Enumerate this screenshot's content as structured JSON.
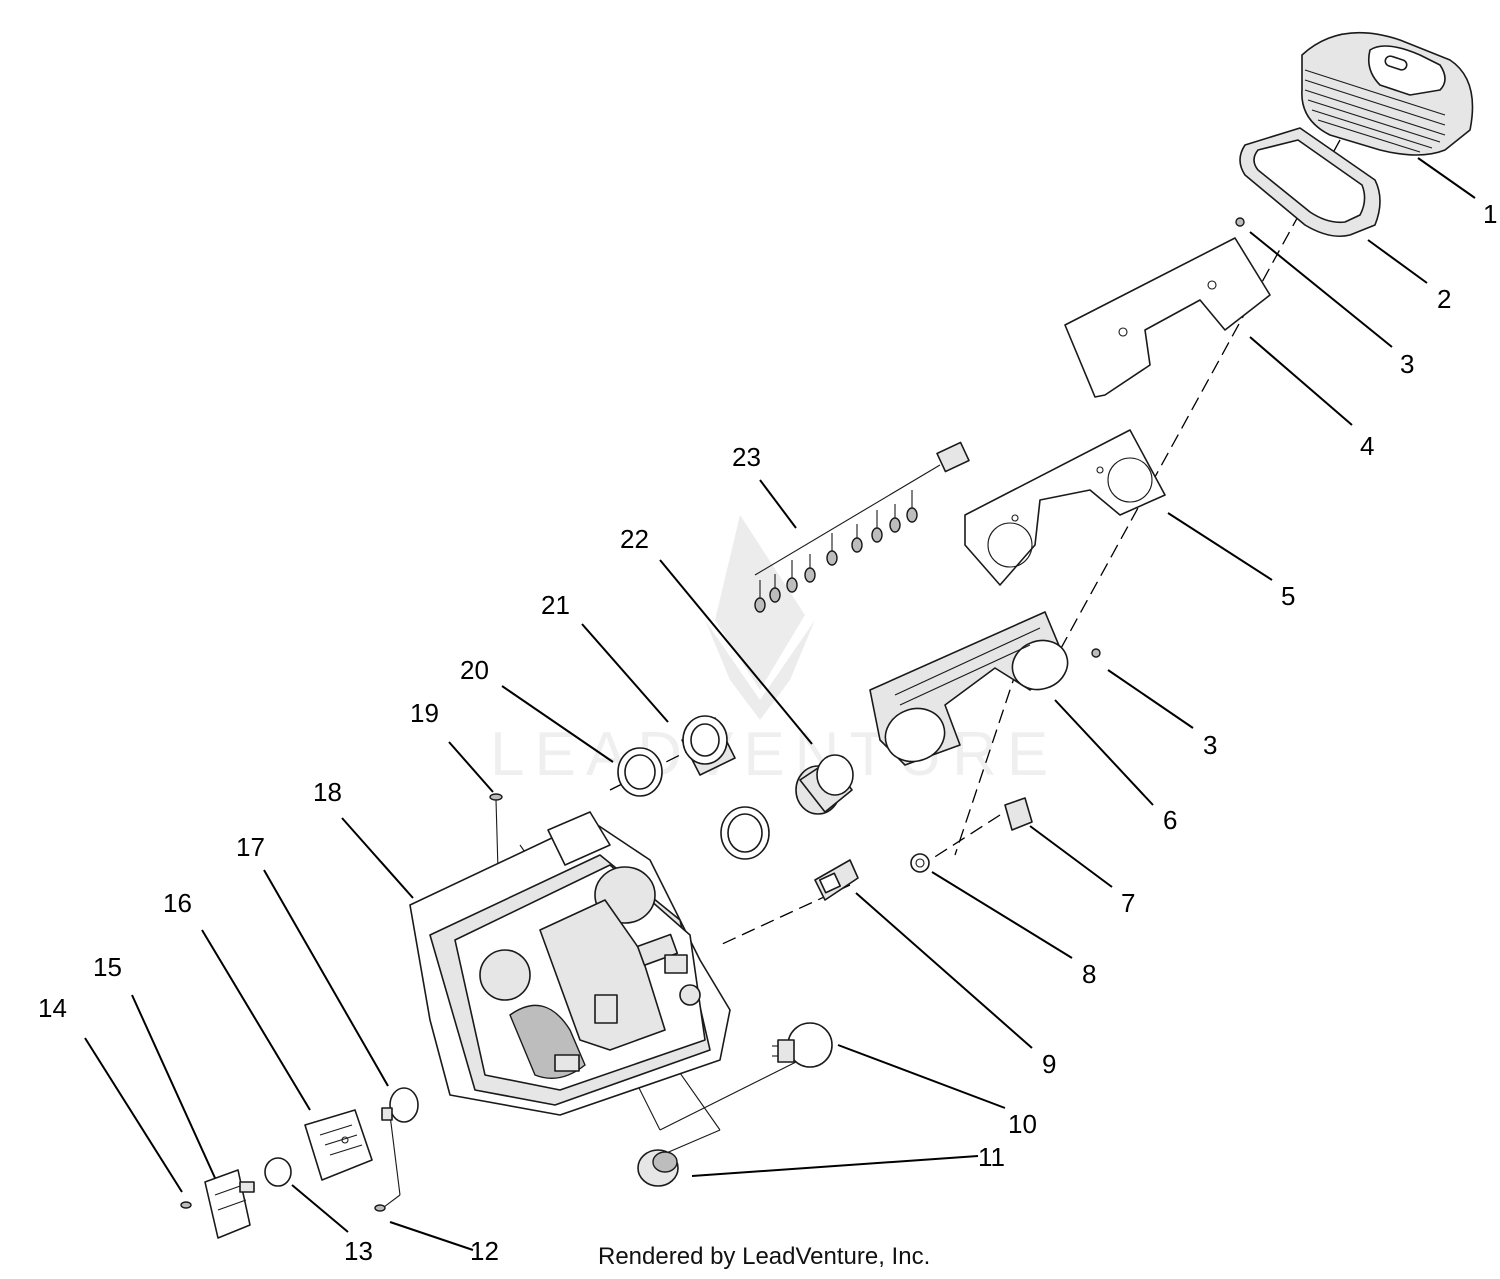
{
  "diagram": {
    "callouts": [
      {
        "label": "1"
      },
      {
        "label": "2"
      },
      {
        "label": "3"
      },
      {
        "label": "4"
      },
      {
        "label": "5"
      },
      {
        "label": "3"
      },
      {
        "label": "6"
      },
      {
        "label": "7"
      },
      {
        "label": "8"
      },
      {
        "label": "9"
      },
      {
        "label": "10"
      },
      {
        "label": "11"
      },
      {
        "label": "12"
      },
      {
        "label": "13"
      },
      {
        "label": "14"
      },
      {
        "label": "15"
      },
      {
        "label": "16"
      },
      {
        "label": "17"
      },
      {
        "label": "18"
      },
      {
        "label": "19"
      },
      {
        "label": "20"
      },
      {
        "label": "21"
      },
      {
        "label": "22"
      },
      {
        "label": "23"
      }
    ],
    "credit": "Rendered by LeadVenture, Inc.",
    "watermark": "LEADVENTURE"
  }
}
